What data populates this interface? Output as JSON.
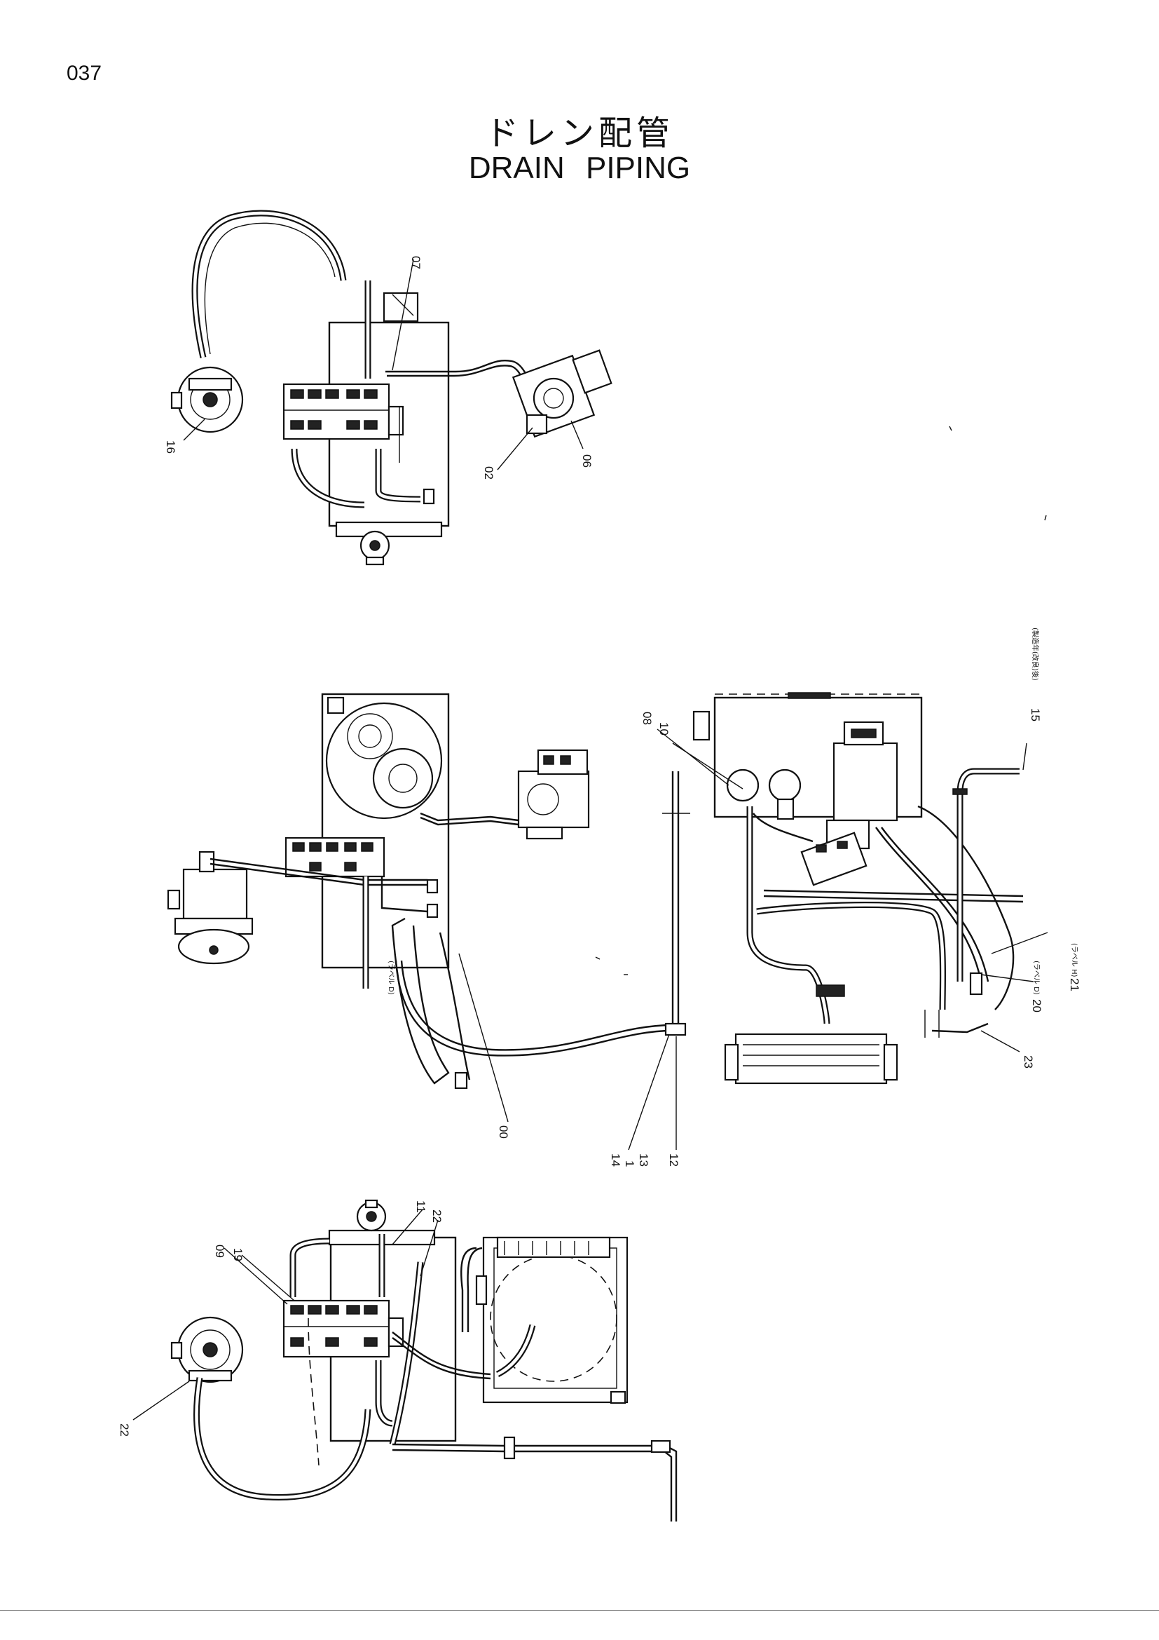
{
  "page_number": "037",
  "title_jp": "ドレン配管",
  "title_en": "DRAIN PIPING",
  "callouts": {
    "c07": "07",
    "c16": "16",
    "c02": "02",
    "c06": "06",
    "c08": "08",
    "c10": "10",
    "c15": "15",
    "c00": "00",
    "c14": "14",
    "c1": "1",
    "c13": "13",
    "c12": "12",
    "c20": "20",
    "c21": "21",
    "c23": "23",
    "c09": "09",
    "c19": "19",
    "c11": "11",
    "c22a": "22",
    "c22b": "22"
  },
  "notes": {
    "n15": "(製造年(改良)後)",
    "n20": "(ラベル D)",
    "n21": "(ラベル H)",
    "tag_a": "(ラベル D)",
    "tag_b": "(ラベル D)"
  }
}
